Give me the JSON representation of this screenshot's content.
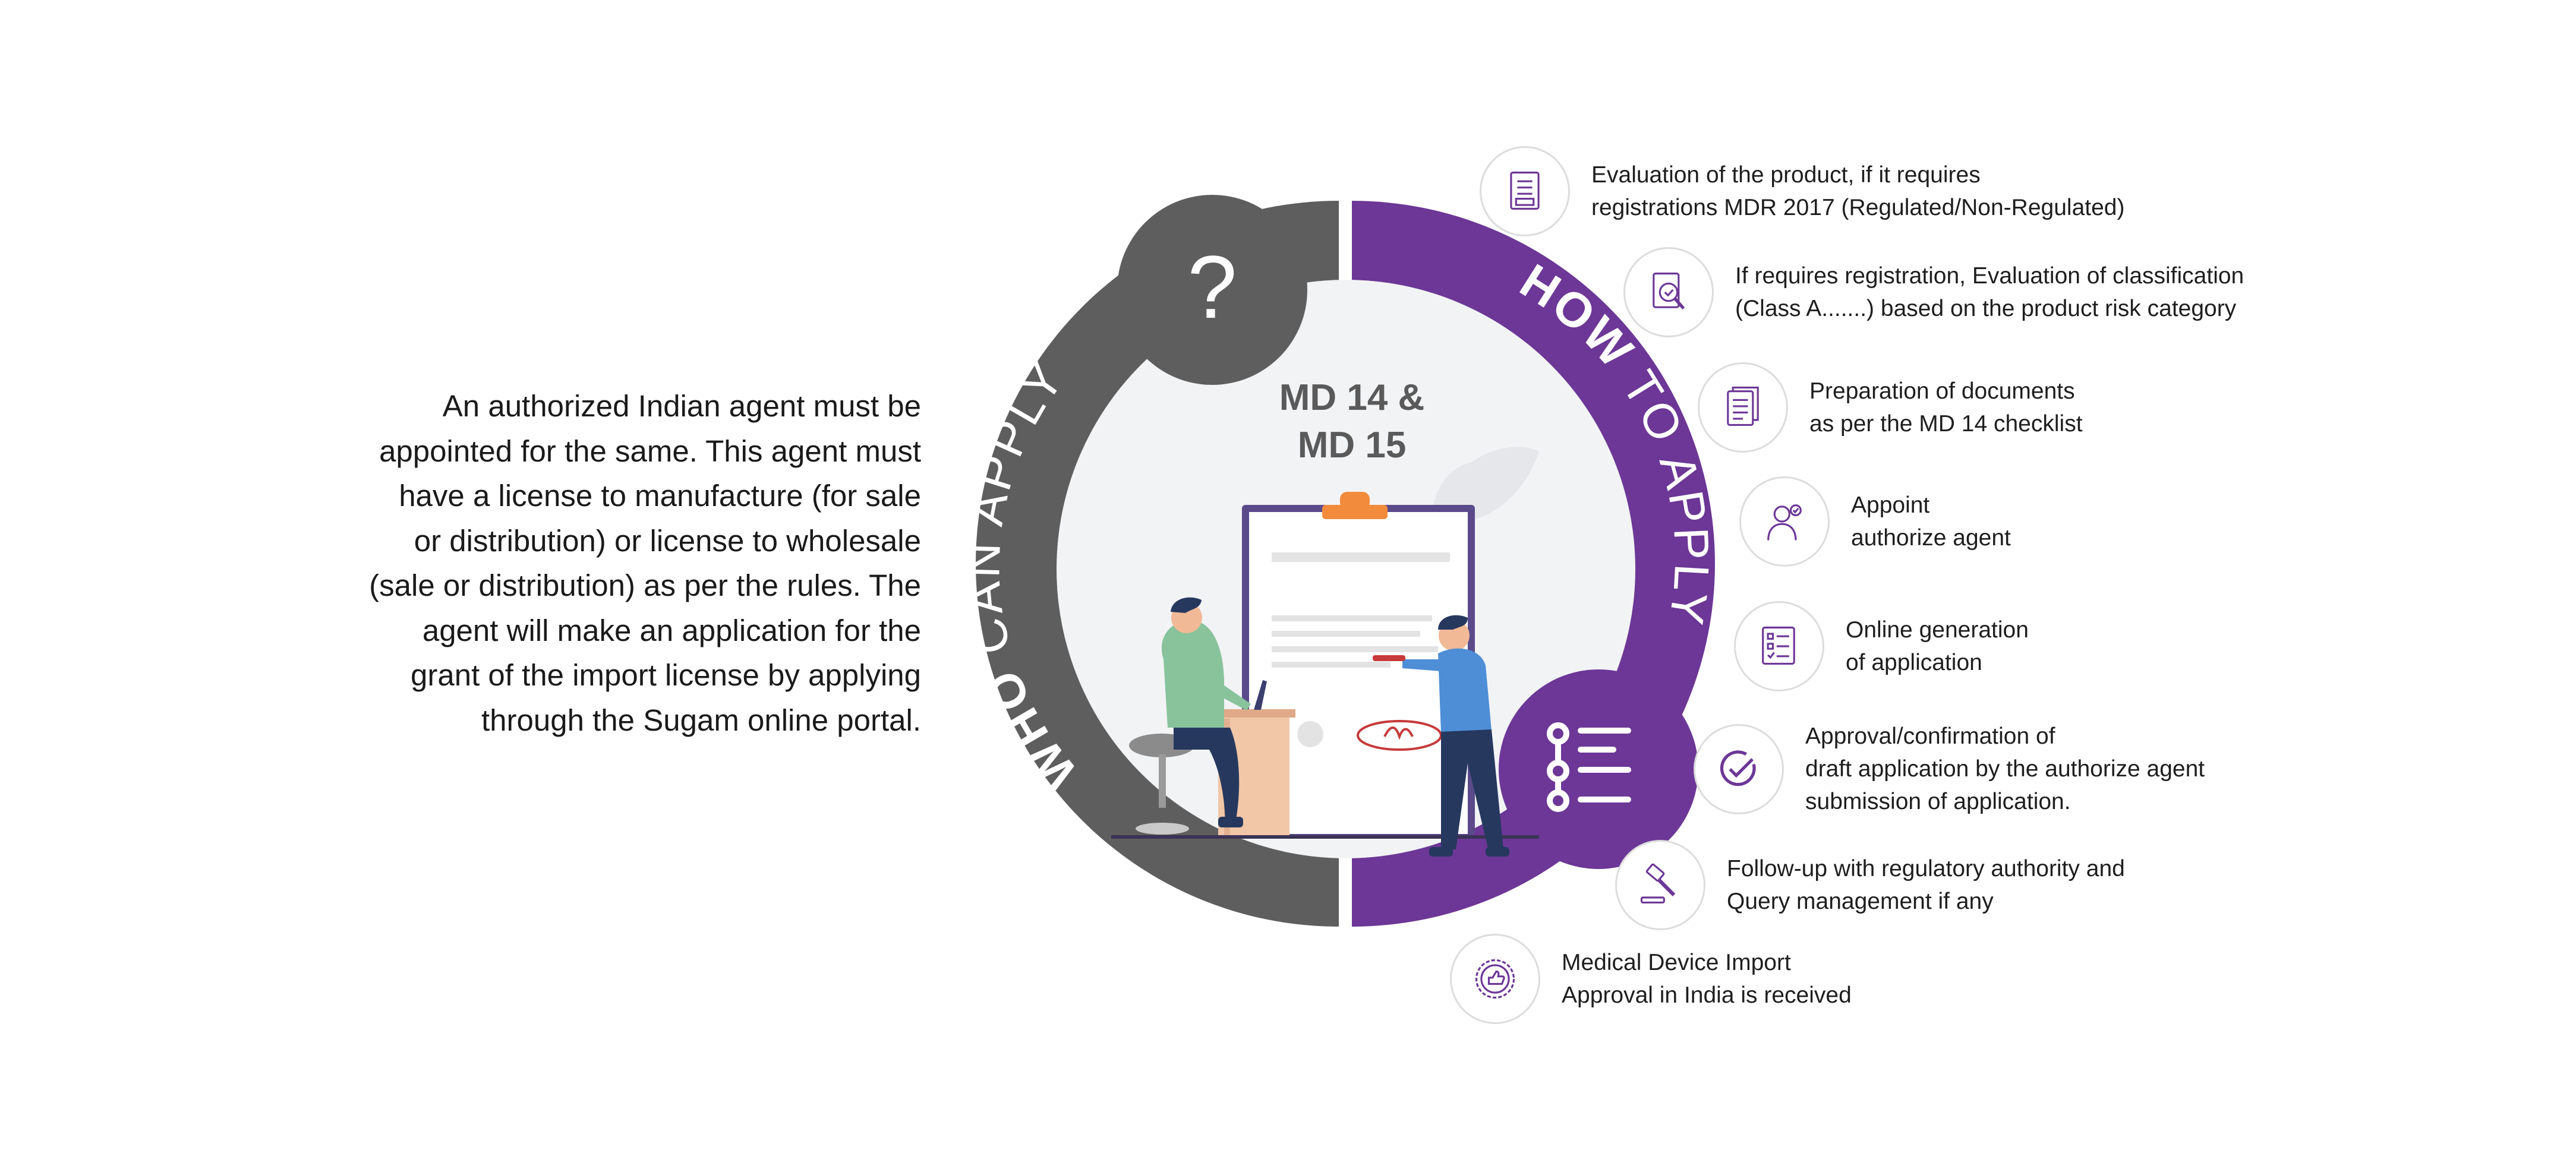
{
  "center": {
    "title_line1": "MD 14 &",
    "title_line2": "MD 15"
  },
  "left_arc": {
    "label_bold": "WHO",
    "label_rest": " CAN APPLY",
    "badge_icon": "question-mark-icon",
    "badge_text": "?"
  },
  "right_arc": {
    "label_bold": "HOW",
    "label_rest": " TO APPLY",
    "badge_icon": "steps-list-icon"
  },
  "who_can_apply": {
    "lines": [
      "An authorized Indian agent must be",
      "appointed for the same. This agent must",
      "have a license to manufacture (for sale",
      "or distribution) or license to wholesale",
      "(sale or distribution) as per the rules. The",
      "agent will make an application for the",
      "grant of the import license by applying",
      "through the Sugam online portal."
    ]
  },
  "steps": [
    {
      "icon": "product-document-icon",
      "lines": [
        "Evaluation of the product, if it requires",
        "registrations MDR 2017 (Regulated/Non-Regulated)"
      ]
    },
    {
      "icon": "search-classification-icon",
      "lines": [
        "If requires registration, Evaluation of classification",
        "(Class A.......) based on the product risk category"
      ]
    },
    {
      "icon": "documents-icon",
      "lines": [
        "Preparation of documents",
        "as per the MD 14 checklist"
      ]
    },
    {
      "icon": "agent-icon",
      "lines": [
        "Appoint",
        "authorize agent"
      ]
    },
    {
      "icon": "online-form-icon",
      "lines": [
        "Online generation",
        "of application"
      ]
    },
    {
      "icon": "check-circle-icon",
      "lines": [
        "Approval/confirmation of",
        "draft application by the authorize agent",
        "submission of application."
      ]
    },
    {
      "icon": "gavel-icon",
      "lines": [
        "Follow-up with regulatory authority and",
        "Query management if any"
      ]
    },
    {
      "icon": "approval-badge-icon",
      "lines": [
        "Medical Device Import",
        "Approval in India is received"
      ]
    }
  ],
  "colors": {
    "purple": "#6c3796",
    "gray": "#5e5e5e",
    "inner": "#f2f3f5",
    "dashed": "#d6d6d6"
  }
}
